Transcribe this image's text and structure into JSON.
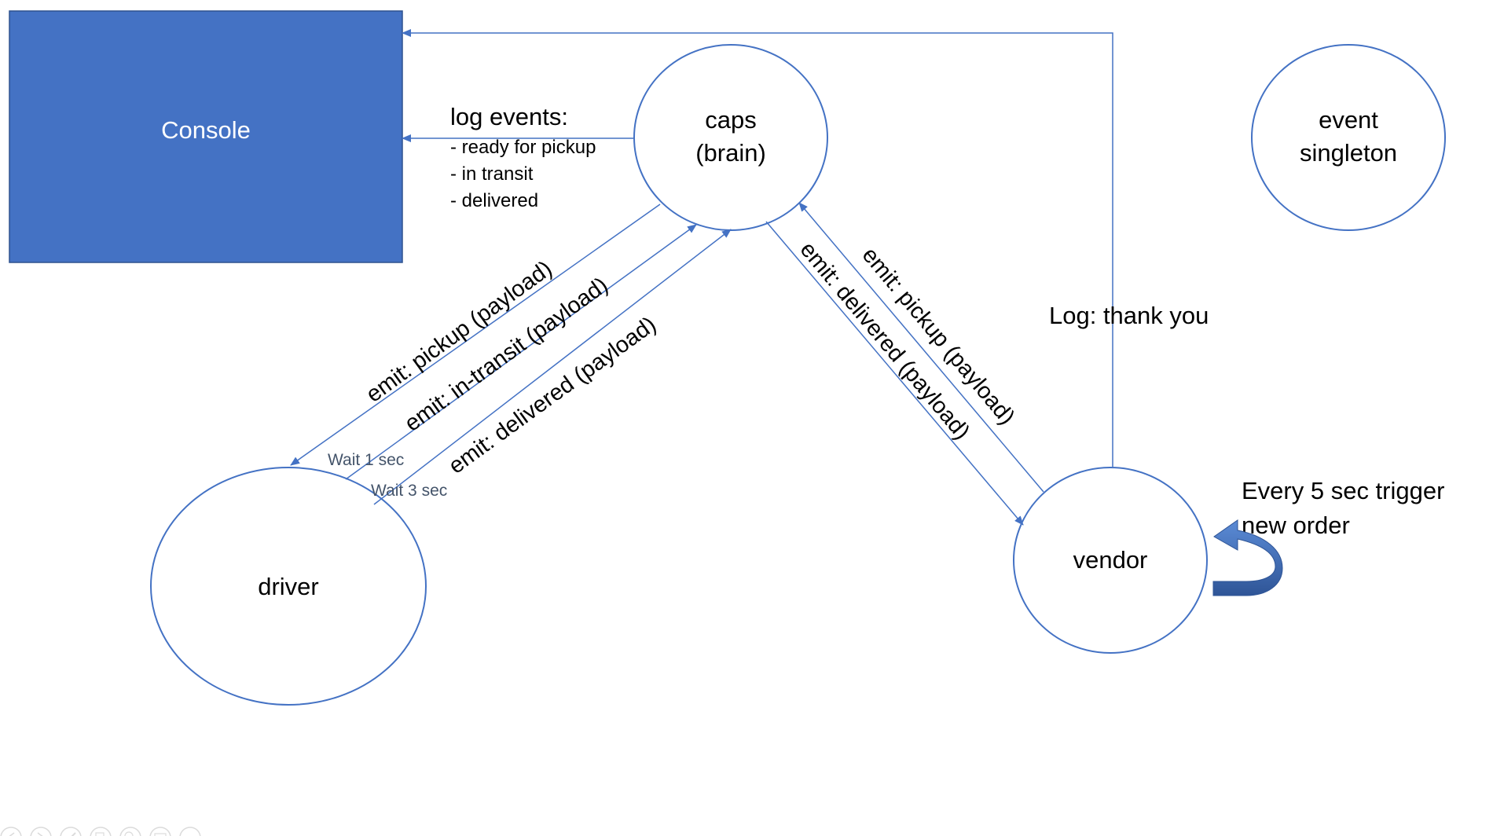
{
  "diagram": {
    "nodes": {
      "console": {
        "label": "Console"
      },
      "caps": {
        "line1": "caps",
        "line2": "(brain)"
      },
      "event_singleton": {
        "line1": "event",
        "line2": "singleton"
      },
      "driver": {
        "label": "driver"
      },
      "vendor": {
        "label": "vendor"
      }
    },
    "log_events": {
      "title": "log events:",
      "items": [
        "- ready for pickup",
        "- in transit",
        "- delivered"
      ]
    },
    "edges": {
      "driver_pickup": "emit: pickup (payload)",
      "driver_in_transit": "emit: in-transit (payload)",
      "driver_delivered": "emit: delivered (payload)",
      "vendor_pickup": "emit: pickup (payload)",
      "vendor_delivered": "emit: delivered (payload)"
    },
    "waits": {
      "wait1": "Wait 1 sec",
      "wait3": "Wait 3 sec"
    },
    "vendor_log": "Log: thank you",
    "vendor_trigger": {
      "line1": "Every 5 sec trigger",
      "line2": "new order"
    }
  },
  "toolbar": {
    "icons": [
      "prev-icon",
      "next-icon",
      "pen-icon",
      "copy-icon",
      "zoom-icon",
      "subtitle-icon",
      "more-icon"
    ]
  },
  "colors": {
    "line_blue": "#4472C4",
    "console_fill": "#4472C4",
    "console_border": "#2F528F",
    "curved_arrow": "#2F5597",
    "toolbar_gray": "#BFBFBF"
  }
}
